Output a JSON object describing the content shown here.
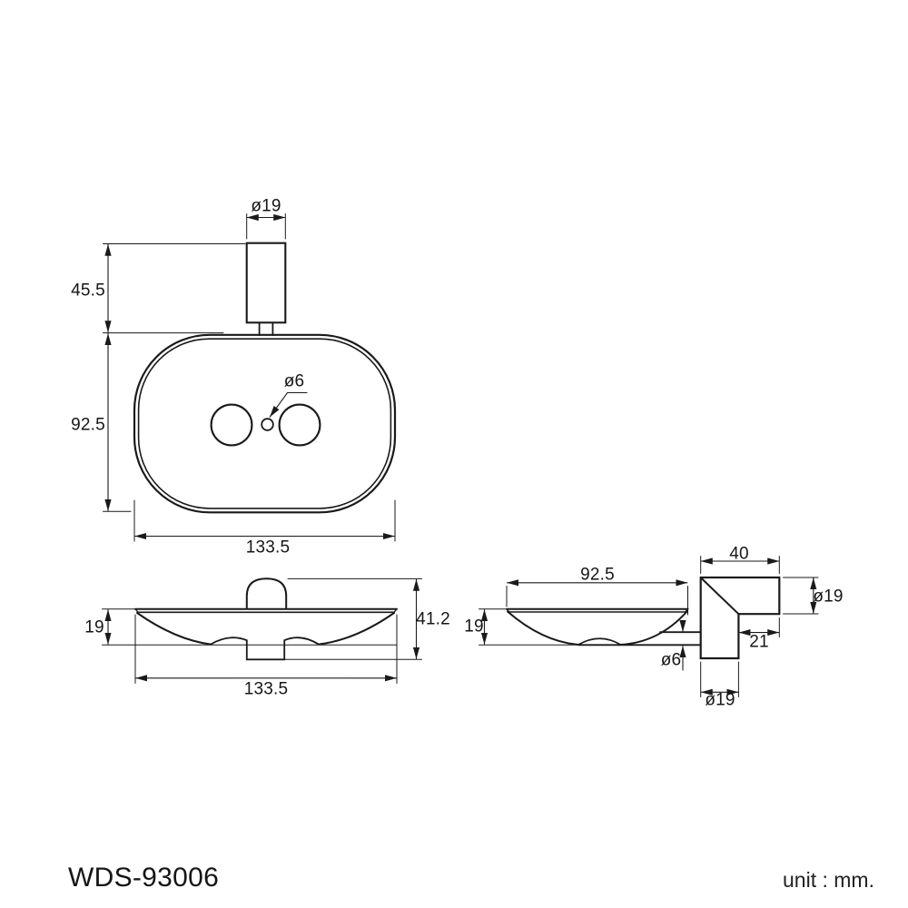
{
  "drawing": {
    "model": "WDS-93006",
    "unit_note": "unit : mm.",
    "line_color": "#1a1a1a",
    "views": {
      "top": {
        "dims": {
          "post_diameter": "ø19",
          "post_offset": "45.5",
          "body_depth": "92.5",
          "hole_diameter": "ø6",
          "body_width": "133.5"
        }
      },
      "front": {
        "dims": {
          "dish_depth": "19",
          "overall_height": "41.2",
          "overall_width": "133.5"
        }
      },
      "side": {
        "dims": {
          "dish_width": "92.5",
          "dish_depth": "19",
          "rod_diameter": "ø6",
          "bracket_depth": "40",
          "bracket_diameter": "ø19",
          "bracket_arm_length": "21",
          "post_diameter": "ø19"
        }
      }
    }
  }
}
